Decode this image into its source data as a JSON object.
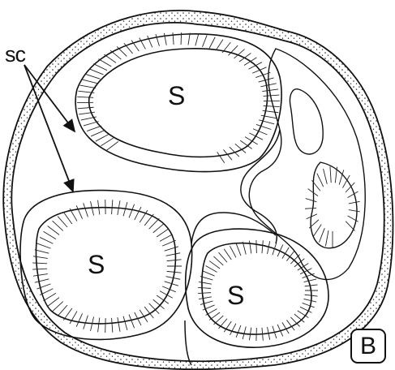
{
  "figure": {
    "panel_letter": "B",
    "labels": {
      "sc": "sc",
      "s_upper": "S",
      "s_lower_left": "S",
      "s_lower_right": "S"
    },
    "colors": {
      "ink": "#111111",
      "paper": "#ffffff"
    }
  }
}
